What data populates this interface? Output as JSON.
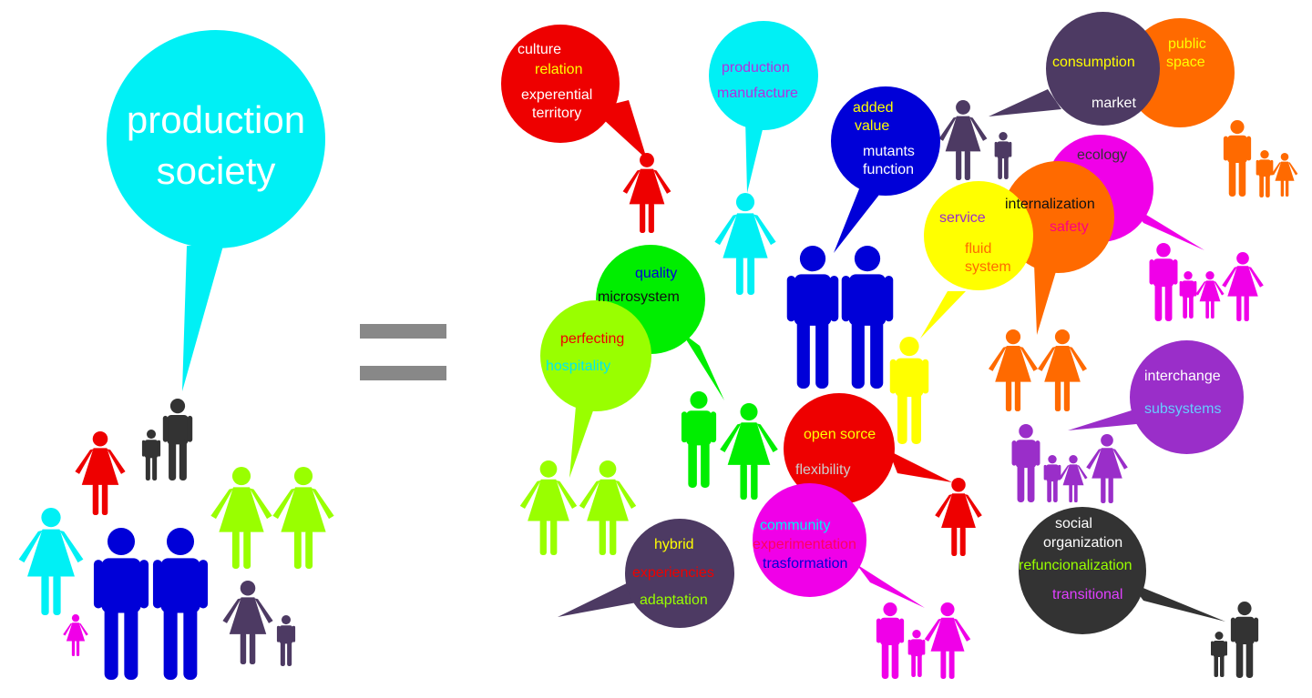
{
  "main_bubble": {
    "line1": "production",
    "line2": "society"
  },
  "equals": "=",
  "bubbles": {
    "culture": {
      "l1": "culture",
      "l2": "relation",
      "l3": "experential",
      "l4": "territory"
    },
    "production": {
      "l1": "production",
      "l2": "manufacture"
    },
    "added": {
      "l1": "added",
      "l2": "value",
      "l3": "mutants",
      "l4": "function"
    },
    "consumption": {
      "l1": "consumption",
      "l2": "market"
    },
    "public": {
      "l1": "public",
      "l2": "space"
    },
    "ecology": {
      "l1": "ecology"
    },
    "internalization": {
      "l1": "internalization",
      "l2": "safety"
    },
    "service": {
      "l1": "service",
      "l2": "fluid",
      "l3": "system"
    },
    "quality": {
      "l1": "quality",
      "l2": "microsystem"
    },
    "perfecting": {
      "l1": "perfecting",
      "l2": "hospitality"
    },
    "interchange": {
      "l1": "interchange",
      "l2": "subsystems"
    },
    "open": {
      "l1": "open sorce",
      "l2": "flexibility"
    },
    "community": {
      "l1": "community",
      "l2": "experimentation",
      "l3": "trasformation"
    },
    "hybrid": {
      "l1": "hybrid",
      "l2": "experiencies",
      "l3": "adaptation"
    },
    "social": {
      "l1": "social",
      "l2": "organization",
      "l3": "refuncionalization",
      "l4": "transitional"
    }
  },
  "colors": {
    "cyan": "#00f0f5",
    "red": "#ee0000",
    "blue": "#0000d8",
    "purple": "#4d3a63",
    "orange": "#ff6a00",
    "magenta": "#f000e8",
    "yellow": "#ffff00",
    "green": "#00ee00",
    "lime": "#99ff00",
    "violet": "#9a2ec9",
    "black": "#333333",
    "gray": "#888888"
  }
}
